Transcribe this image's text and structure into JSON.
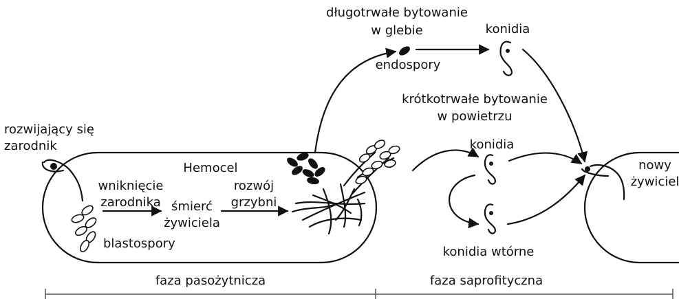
{
  "colors": {
    "ink": "#111111",
    "axis": "#555555",
    "background": "#ffffff"
  },
  "labels": {
    "long_survival_line1": "długotrwałe bytowanie",
    "long_survival_line2": "w glebie",
    "endospores": "endospory",
    "conidia_top": "konidia",
    "short_survival_line1": "krótkotrwałe bytowanie",
    "short_survival_line2": "w powietrzu",
    "conidia_middle": "konidia",
    "secondary_conidia": "konidia wtórne",
    "developing_spore_line1": "rozwijający się",
    "developing_spore_line2": "zarodnik",
    "hemocoel": "Hemocel",
    "penetration_line1": "wniknięcie",
    "penetration_line2": "zarodnika",
    "host_death_line1": "śmierć",
    "host_death_line2": "żywiciela",
    "mycelium_line1": "rozwój",
    "mycelium_line2": "grzybni",
    "blastospores": "blastospory",
    "new_host_line1": "nowy",
    "new_host_line2": "żywiciel"
  },
  "phases": {
    "parasitic": "faza pasożytnicza",
    "saprophytic": "faza saprofityczna"
  }
}
